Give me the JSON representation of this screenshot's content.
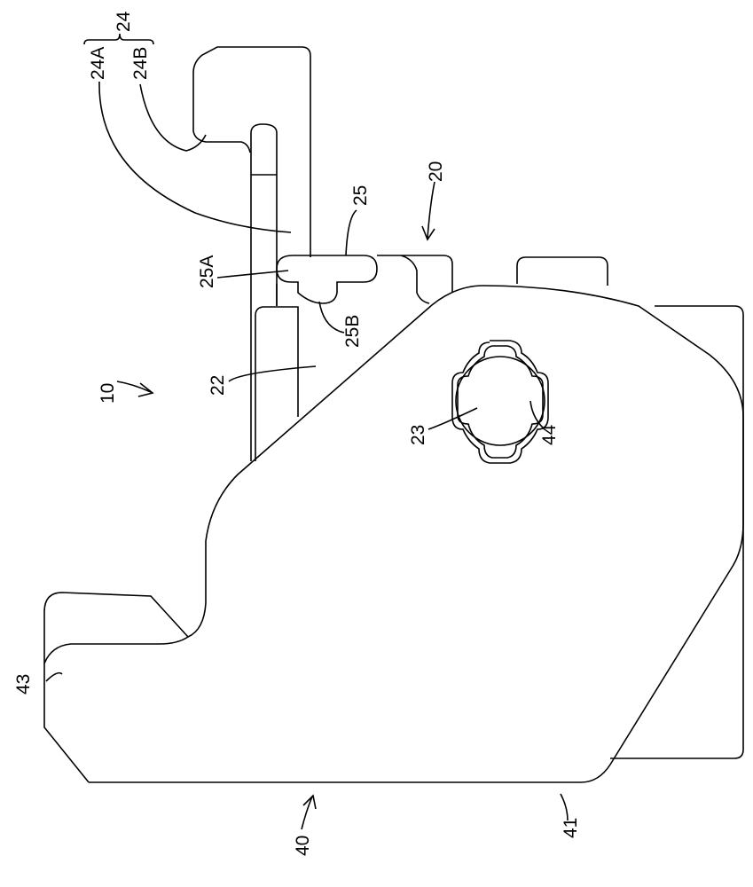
{
  "labels": {
    "l24": "24",
    "l24A": "24A",
    "l24B": "24B",
    "l25": "25",
    "l20": "20",
    "l25A": "25A",
    "l25B": "25B",
    "l22": "22",
    "l10": "10",
    "l23": "23",
    "l44": "44",
    "l43": "43",
    "l41": "41",
    "l40": "40"
  }
}
